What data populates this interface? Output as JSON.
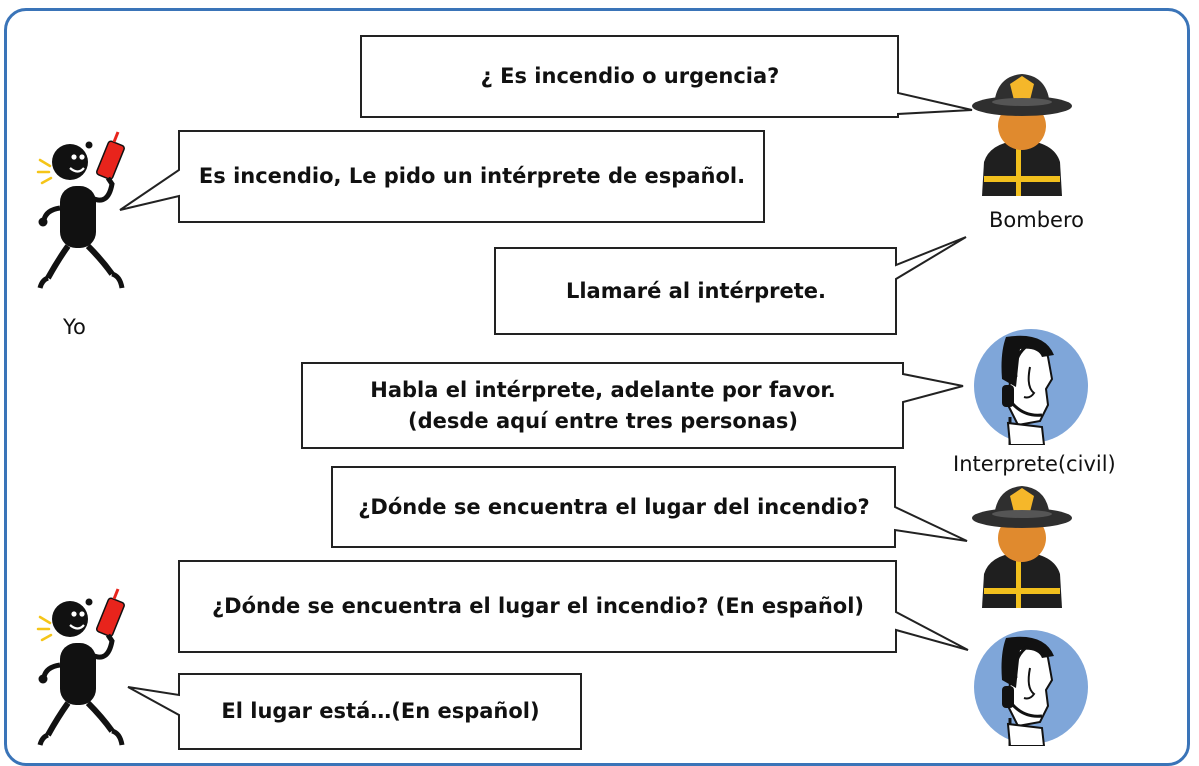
{
  "colors": {
    "frame": "#3a74b8",
    "bubble_border": "#222222",
    "phone": "#e8241c",
    "helmet": "#2f2f2f",
    "helmet_badge": "#f5b72a",
    "skin": "#e08a2e",
    "coat": "#1f1f1f",
    "coat_stripe": "#f2c01d",
    "interpreter_bg": "#7fa6d9"
  },
  "bubbles": [
    {
      "id": "b1",
      "lines": [
        "¿ Es incendio o urgencia?"
      ]
    },
    {
      "id": "b2",
      "lines": [
        "Es incendio, Le pido un intérprete de español."
      ]
    },
    {
      "id": "b3",
      "lines": [
        "Llamaré al intérprete."
      ]
    },
    {
      "id": "b4",
      "lines": [
        "Habla el intérprete, adelante por favor.",
        "(desde aquí entre tres personas)"
      ]
    },
    {
      "id": "b5",
      "lines": [
        "¿Dónde se encuentra el lugar del incendio?"
      ]
    },
    {
      "id": "b6",
      "lines": [
        "¿Dónde se encuentra el lugar el incendio?  (En español)"
      ]
    },
    {
      "id": "b7",
      "lines": [
        "El lugar está…(En español)"
      ]
    }
  ],
  "labels": {
    "yo": "Yo",
    "bombero": "Bombero",
    "interprete": "Interprete(civil)"
  },
  "icons": [
    "caller-figure-icon",
    "firefighter-icon",
    "interpreter-icon"
  ]
}
